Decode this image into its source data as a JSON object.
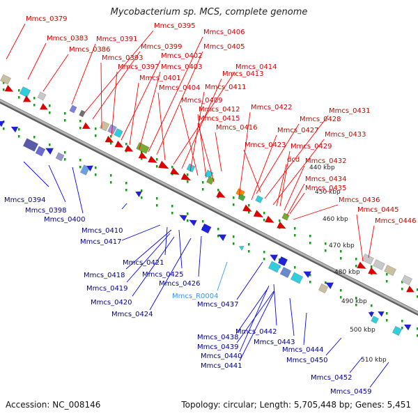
{
  "title": "Mycobacterium sp. MCS, complete genome",
  "footer": {
    "accession": "Accession: NC_008146",
    "summary": "Topology: circular; Length: 5,705,448 bp; Genes: 5,451"
  },
  "colors": {
    "forward_label": "#d40000",
    "reverse_label": "#00008b",
    "rna_label": "#3399ff",
    "backbone": "#8c8c8c"
  },
  "kbp_ticks": [
    "440 kbp",
    "450 kbp",
    "460 kbp",
    "470 kbp",
    "480 kbp",
    "490 kbp",
    "500 kbp",
    "510 kbp"
  ],
  "forward_genes": [
    "Mmcs_0379",
    "Mmcs_0383",
    "Mmcs_0386",
    "Mmcs_0391",
    "Mmcs_0395",
    "Mmcs_0399",
    "Mmcs_0393",
    "Mmcs_0397",
    "Mmcs_0402",
    "Mmcs_0401",
    "Mmcs_0403",
    "Mmcs_0406",
    "Mmcs_0405",
    "Mmcs_0404",
    "Mmcs_0414",
    "Mmcs_0413",
    "Mmcs_0411",
    "Mmcs_0409",
    "Mmcs_0412",
    "Mmcs_0415",
    "Mmcs_0416",
    "Mmcs_0422",
    "Mmcs_0431",
    "Mmcs_0428",
    "Mmcs_0427",
    "Mmcs_0433",
    "Mmcs_0423",
    "Mmcs_0429",
    "dcd",
    "Mmcs_0432",
    "Mmcs_0434",
    "Mmcs_0435",
    "Mmcs_0436",
    "Mmcs_0445",
    "Mmcs_0446"
  ],
  "reverse_genes": [
    "Mmcs_0394",
    "Mmcs_0398",
    "Mmcs_0400",
    "Mmcs_0410",
    "Mmcs_0417",
    "Mmcs_0421",
    "Mmcs_0418",
    "Mmcs_0425",
    "Mmcs_0419",
    "Mmcs_0426",
    "Mmcs_0420",
    "Mmcs_0424",
    "Mmcs_0437",
    "Mmcs_0442",
    "Mmcs_0438",
    "Mmcs_0443",
    "Mmcs_0439",
    "Mmcs_0440",
    "Mmcs_0441",
    "Mmcs_0444",
    "Mmcs_0450",
    "Mmcs_0452",
    "Mmcs_0459"
  ],
  "rna_genes": [
    "Mmcs_R0004"
  ]
}
